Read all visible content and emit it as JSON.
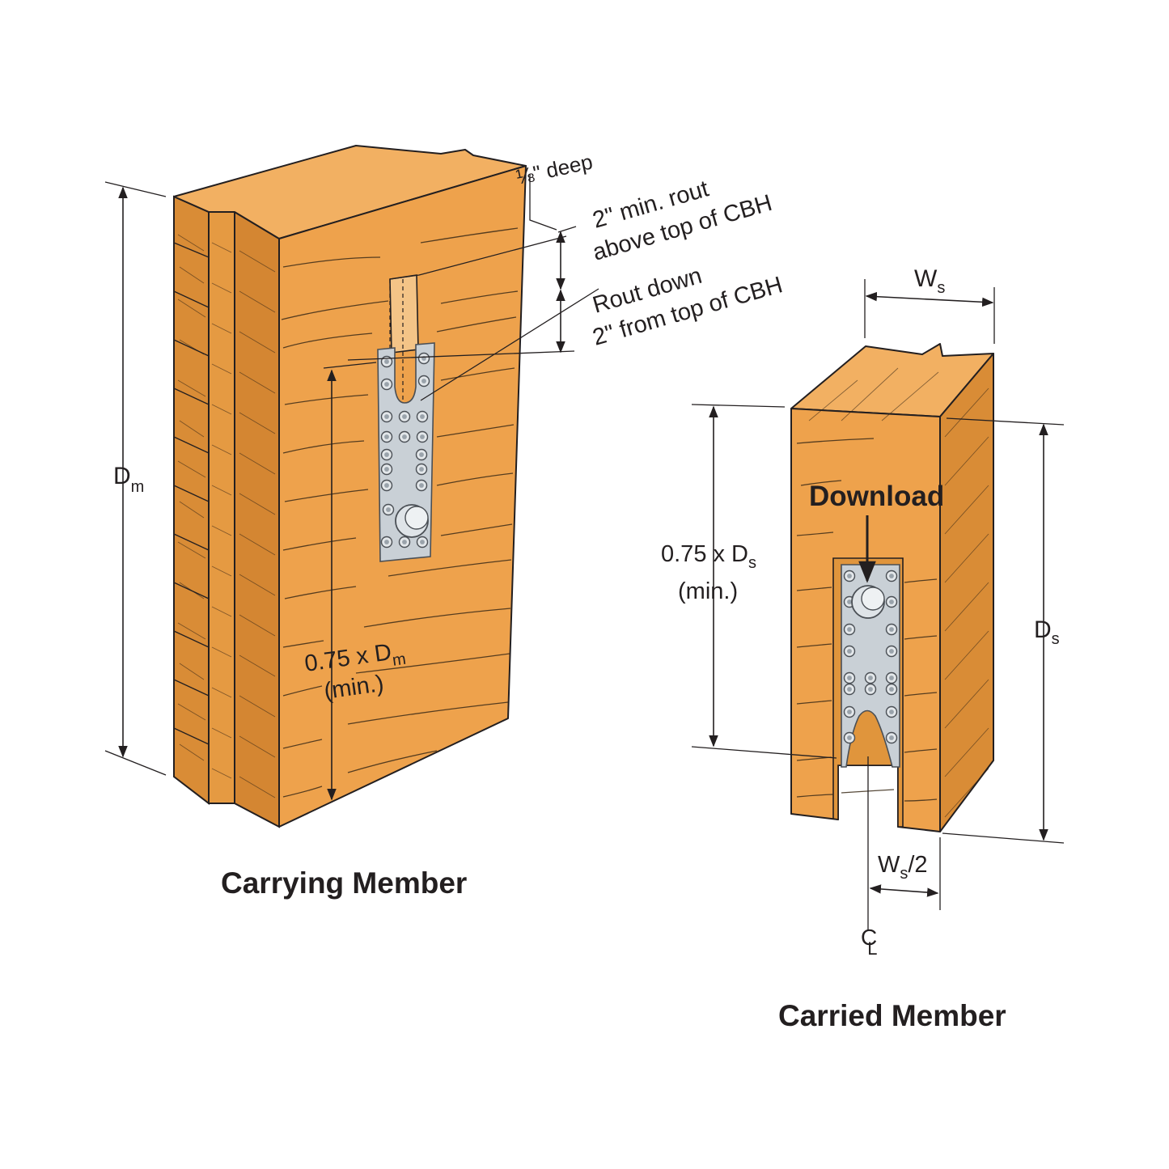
{
  "colors": {
    "wood_face": "#eea24c",
    "wood_top": "#f2b062",
    "wood_side": "#d98c36",
    "steel": "#c9d0d6",
    "ink": "#231f20"
  },
  "carrying_member": {
    "caption": "Carrying Member",
    "depth_label": {
      "main": "D",
      "sub": "m"
    },
    "rout_depth_note": "⅛\" deep",
    "rout_above_line1": "2\" min. rout",
    "rout_above_line2": "above top of CBH",
    "rout_down_line1": "Rout down",
    "rout_down_line2": "2\" from top of CBH",
    "min_depth_line1": "0.75 x D",
    "min_depth_sub": "m",
    "min_depth_line2": "(min.)"
  },
  "carried_member": {
    "caption": "Carried Member",
    "width_label": {
      "main": "W",
      "sub": "s"
    },
    "depth_label": {
      "main": "D",
      "sub": "s"
    },
    "load_label": "Download",
    "min_depth_line1": "0.75 x D",
    "min_depth_sub": "s",
    "min_depth_line2": "(min.)",
    "half_width_label": {
      "main": "W",
      "sub": "s",
      "suffix": "/2"
    },
    "centerline_label": {
      "main": "C",
      "sub": "L"
    }
  }
}
